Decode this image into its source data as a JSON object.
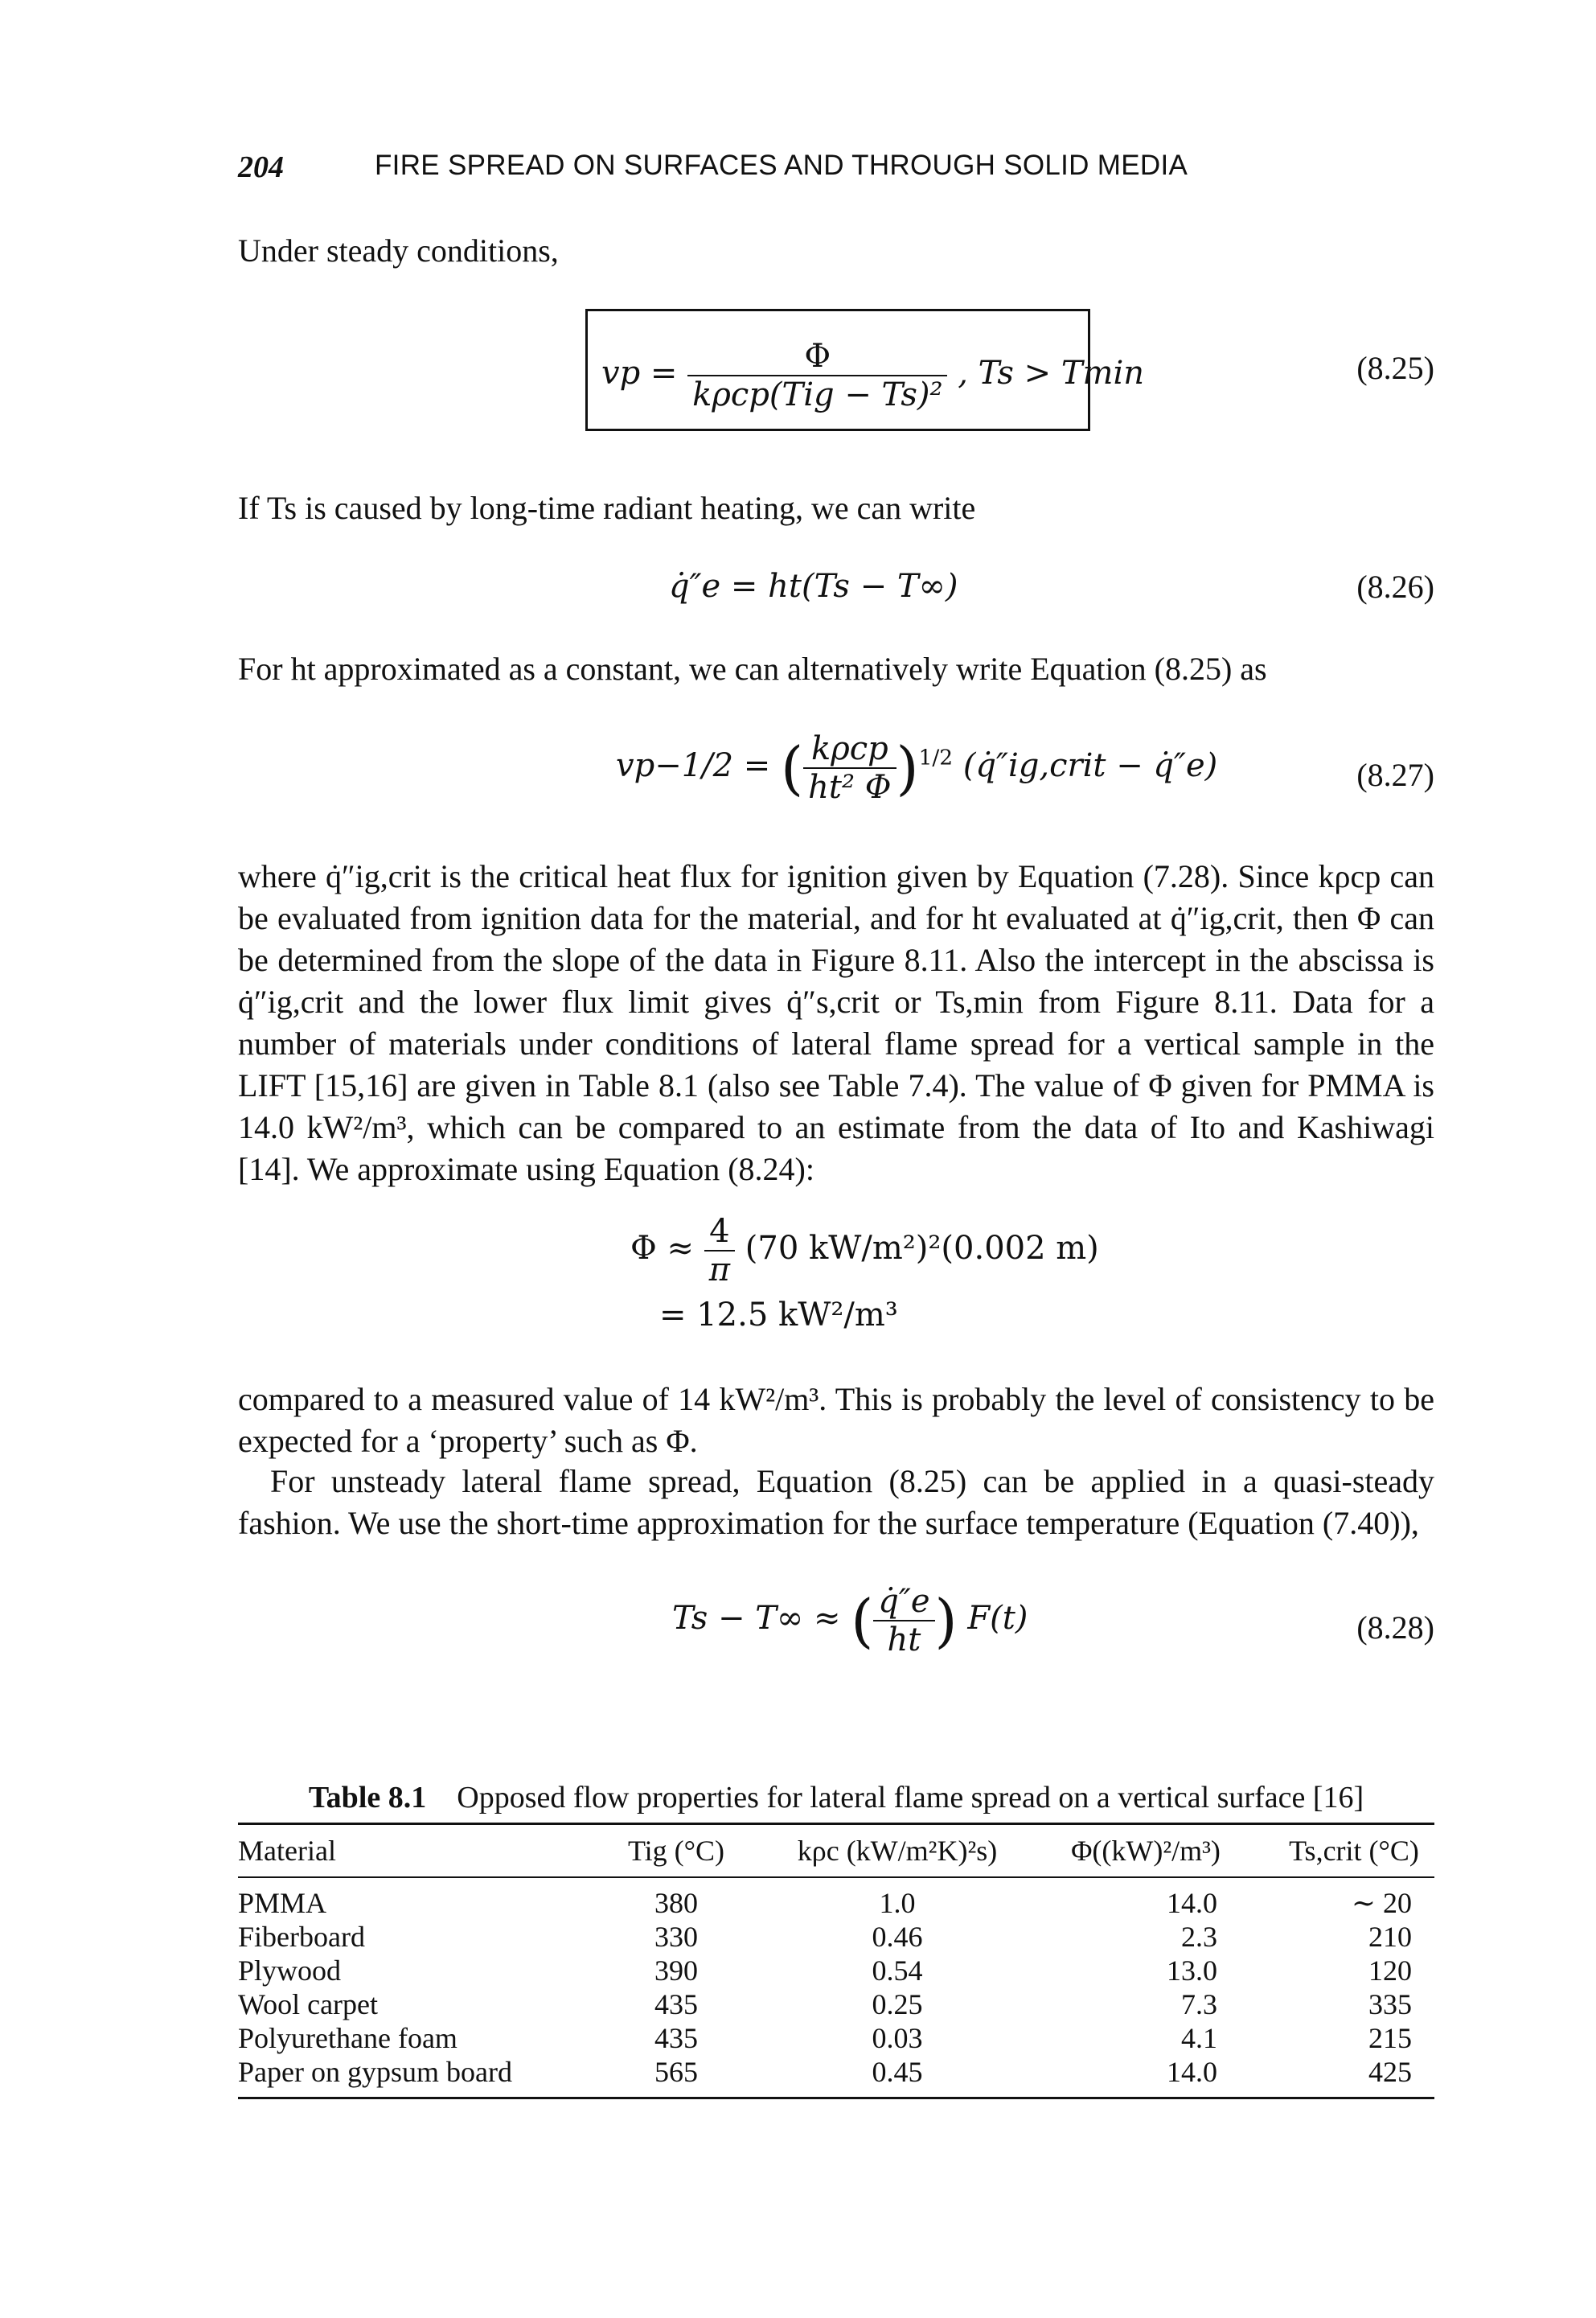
{
  "header": {
    "page_number": "204",
    "running_head": "FIRE SPREAD ON SURFACES AND THROUGH SOLID MEDIA"
  },
  "paragraphs": {
    "p1": "Under steady conditions,",
    "p2": "If Ts is caused by long-time radiant heating, we can write",
    "p3": "For ht approximated as a constant, we can alternatively write Equation (8.25) as",
    "p4": "where q̇″ig,crit is the critical heat flux for ignition given by Equation (7.28). Since kρcp can be evaluated from ignition data for the material, and for ht evaluated at q̇″ig,crit, then Φ can be determined from the slope of the data in Figure 8.11. Also the intercept in the abscissa is q̇″ig,crit and the lower flux limit gives q̇″s,crit or Ts,min from Figure 8.11. Data for a number of materials under conditions of lateral flame spread for a vertical sample in the LIFT [15,16] are given in Table 8.1 (also see Table 7.4). The value of Φ given for PMMA is 14.0 kW²/m³, which can be compared to an estimate from the data of Ito and Kashiwagi [14]. We approximate using Equation (8.24):",
    "p5": "compared to a measured value of 14 kW²/m³. This is probably the level of consistency to be expected for a ‘property’ such as Φ.",
    "p6": "For unsteady lateral flame spread, Equation (8.25) can be applied in a quasi-steady fashion. We use the short-time approximation for the surface temperature (Equation (7.40)),"
  },
  "equations": {
    "eq825": {
      "number": "(8.25)",
      "lhs": "vp =",
      "num": "Φ",
      "den": "kρcp(Tig − Ts)²",
      "cond": ",     Ts > Tmin"
    },
    "eq826": {
      "number": "(8.26)",
      "text": "q̇″e = ht(Ts − T∞)"
    },
    "eq827": {
      "number": "(8.27)",
      "lhs": "vp−1/2 =",
      "num": "kρcp",
      "den": "ht² Φ",
      "rhs": "(q̇″ig,crit − q̇″e)"
    },
    "eq824a": {
      "line1": "Φ ≈",
      "num": "4",
      "den": "π",
      "rest": "(70 kW/m²)²(0.002 m)",
      "line2": "= 12.5 kW²/m³"
    },
    "eq828": {
      "number": "(8.28)",
      "lhs": "Ts − T∞ ≈",
      "num": "q̇″e",
      "den": "ht",
      "rhs": "F(t)"
    }
  },
  "table": {
    "label": "Table 8.1",
    "caption": "Opposed flow properties for lateral flame spread on a vertical surface [16]",
    "columns": [
      "Material",
      "Tig (°C)",
      "kρc (kW/m²K)²s)",
      "Φ((kW)²/m³)",
      "Ts,crit (°C)"
    ],
    "rows": [
      [
        "PMMA",
        "380",
        "1.0",
        "14.0",
        "∼ 20"
      ],
      [
        "Fiberboard",
        "330",
        "0.46",
        "2.3",
        "210"
      ],
      [
        "Plywood",
        "390",
        "0.54",
        "13.0",
        "120"
      ],
      [
        "Wool carpet",
        "435",
        "0.25",
        "7.3",
        "335"
      ],
      [
        "Polyurethane foam",
        "435",
        "0.03",
        "4.1",
        "215"
      ],
      [
        "Paper on gypsum board",
        "565",
        "0.45",
        "14.0",
        "425"
      ]
    ]
  }
}
